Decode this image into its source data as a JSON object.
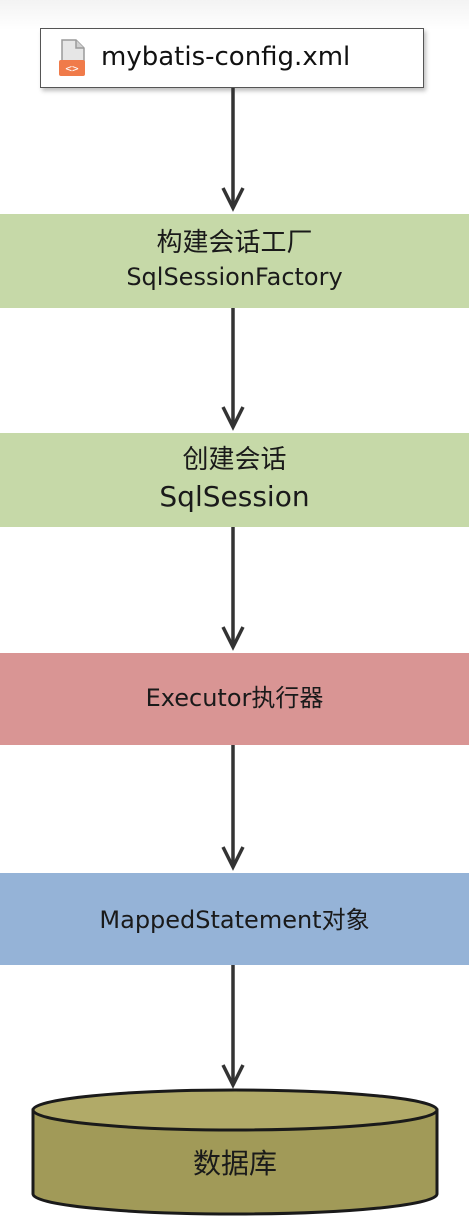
{
  "config_file": {
    "name": "mybatis-config.xml",
    "icon": "xml-file-icon"
  },
  "steps": [
    {
      "title": "构建会话工厂",
      "subtitle": "SqlSessionFactory",
      "color": "#c6d9a8"
    },
    {
      "title": "创建会话",
      "subtitle": "SqlSession",
      "color": "#c6d9a8"
    },
    {
      "title": "Executor执行器",
      "color": "#d99594"
    },
    {
      "title": "MappedStatement对象",
      "color": "#95b3d7"
    }
  ],
  "database": {
    "label": "数据库",
    "color": "#a19a58"
  }
}
